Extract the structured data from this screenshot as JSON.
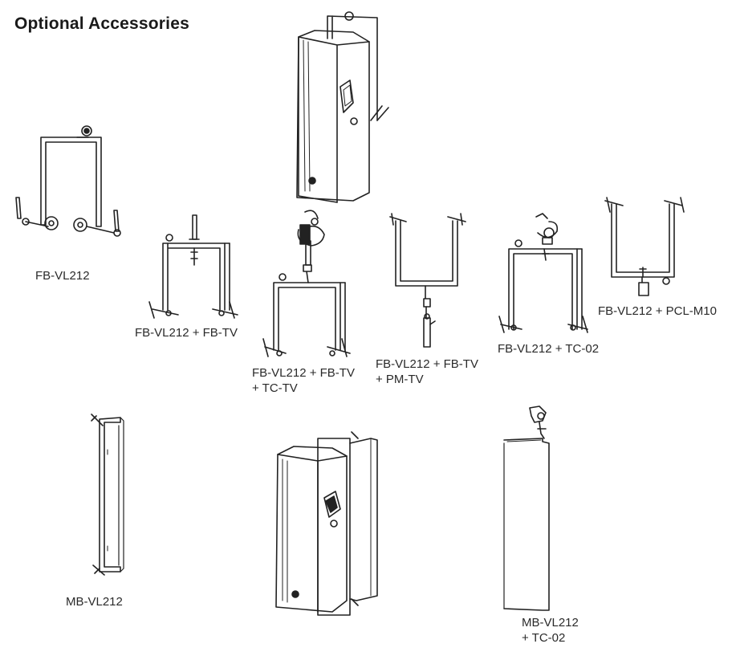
{
  "page": {
    "title": "Optional Accessories"
  },
  "labels": {
    "fb_vl212": "FB-VL212",
    "fb_vl212_fb_tv": "FB-VL212 + FB-TV",
    "fb_vl212_fb_tv_tc_tv_line1": "FB-VL212 + FB-TV",
    "fb_vl212_fb_tv_tc_tv_line2": "+ TC-TV",
    "fb_vl212_fb_tv_pm_tv_line1": "FB-VL212 + FB-TV",
    "fb_vl212_fb_tv_pm_tv_line2": "+ PM-TV",
    "fb_vl212_tc_02": "FB-VL212 + TC-02",
    "fb_vl212_pcl_m10": "FB-VL212 + PCL-M10",
    "mb_vl212": "MB-VL212",
    "mb_vl212_tc_02_line1": "MB-VL212",
    "mb_vl212_tc_02_line2": "+ TC-02"
  }
}
